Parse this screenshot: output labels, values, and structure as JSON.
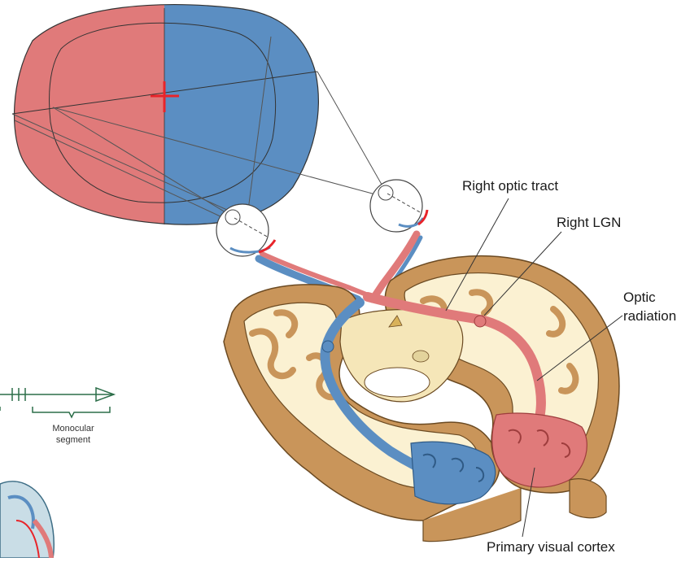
{
  "labels": {
    "right_optic_tract": "Right optic tract",
    "right_lgn": "Right LGN",
    "optic_radiation_line1": "Optic",
    "optic_radiation_line2": "radiation",
    "primary_visual_cortex": "Primary visual cortex",
    "monocular_line1": "Monocular",
    "monocular_line2": "segment"
  },
  "colors": {
    "left_hemifield": "#e07a7a",
    "right_hemifield": "#5b8ec2",
    "brain_cortex": "#c9955a",
    "white_matter": "#fbf1d2",
    "fixation_cross": "#e8242a",
    "background": "#ffffff"
  }
}
